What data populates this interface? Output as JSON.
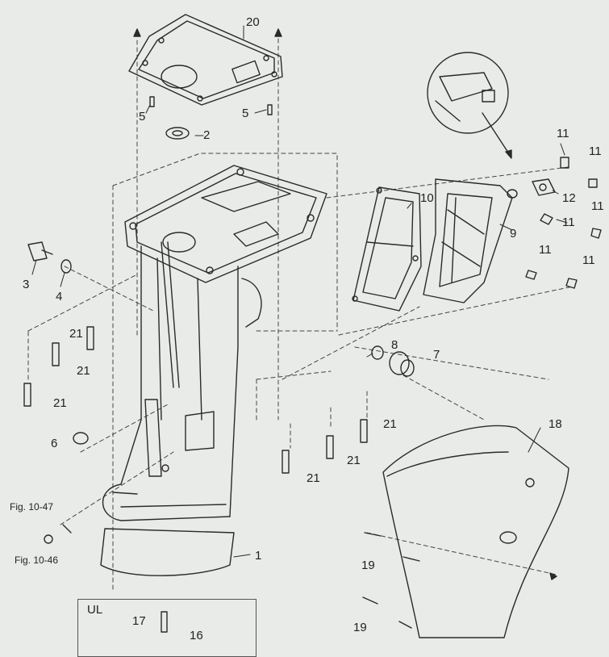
{
  "callouts": {
    "c1": "1",
    "c2": "2",
    "c3": "3",
    "c4": "4",
    "c5a": "5",
    "c5b": "5",
    "c6": "6",
    "c7": "7",
    "c8": "8",
    "c9": "9",
    "c10": "10",
    "c11a": "11",
    "c11b": "11",
    "c11c": "11",
    "c11d": "11",
    "c11e": "11",
    "c11f": "11",
    "c12": "12",
    "c16": "16",
    "c17": "17",
    "c18": "18",
    "c19a": "19",
    "c19b": "19",
    "c20": "20",
    "c21a": "21",
    "c21b": "21",
    "c21c": "21",
    "c21d": "21",
    "c21e": "21",
    "c21f": "21"
  },
  "refs": {
    "fig1047": "Fig. 10-47",
    "fig1046": "Fig. 10-46"
  },
  "ul_box": {
    "label": "UL"
  }
}
